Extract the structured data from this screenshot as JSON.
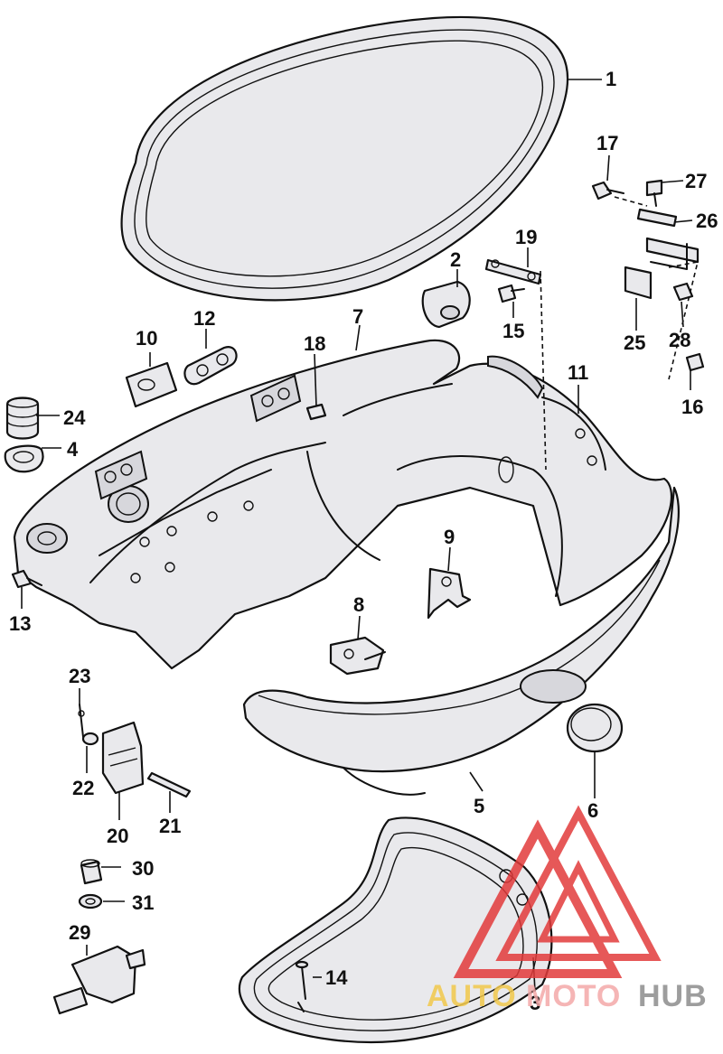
{
  "callouts": [
    "1",
    "2",
    "3",
    "4",
    "5",
    "6",
    "7",
    "8",
    "9",
    "10",
    "11",
    "12",
    "13",
    "14",
    "15",
    "16",
    "17",
    "18",
    "19",
    "20",
    "21",
    "22",
    "23",
    "24",
    "25",
    "26",
    "27",
    "28",
    "29",
    "30",
    "31"
  ],
  "watermark": {
    "part1": "AUTO",
    "part2": "MOTO",
    "part3": "HUB",
    "color_auto": "#f2c94c",
    "color_moto": "#f4a9a9",
    "color_hub": "#8c8c8c",
    "logo_color": "#e23b3b"
  }
}
